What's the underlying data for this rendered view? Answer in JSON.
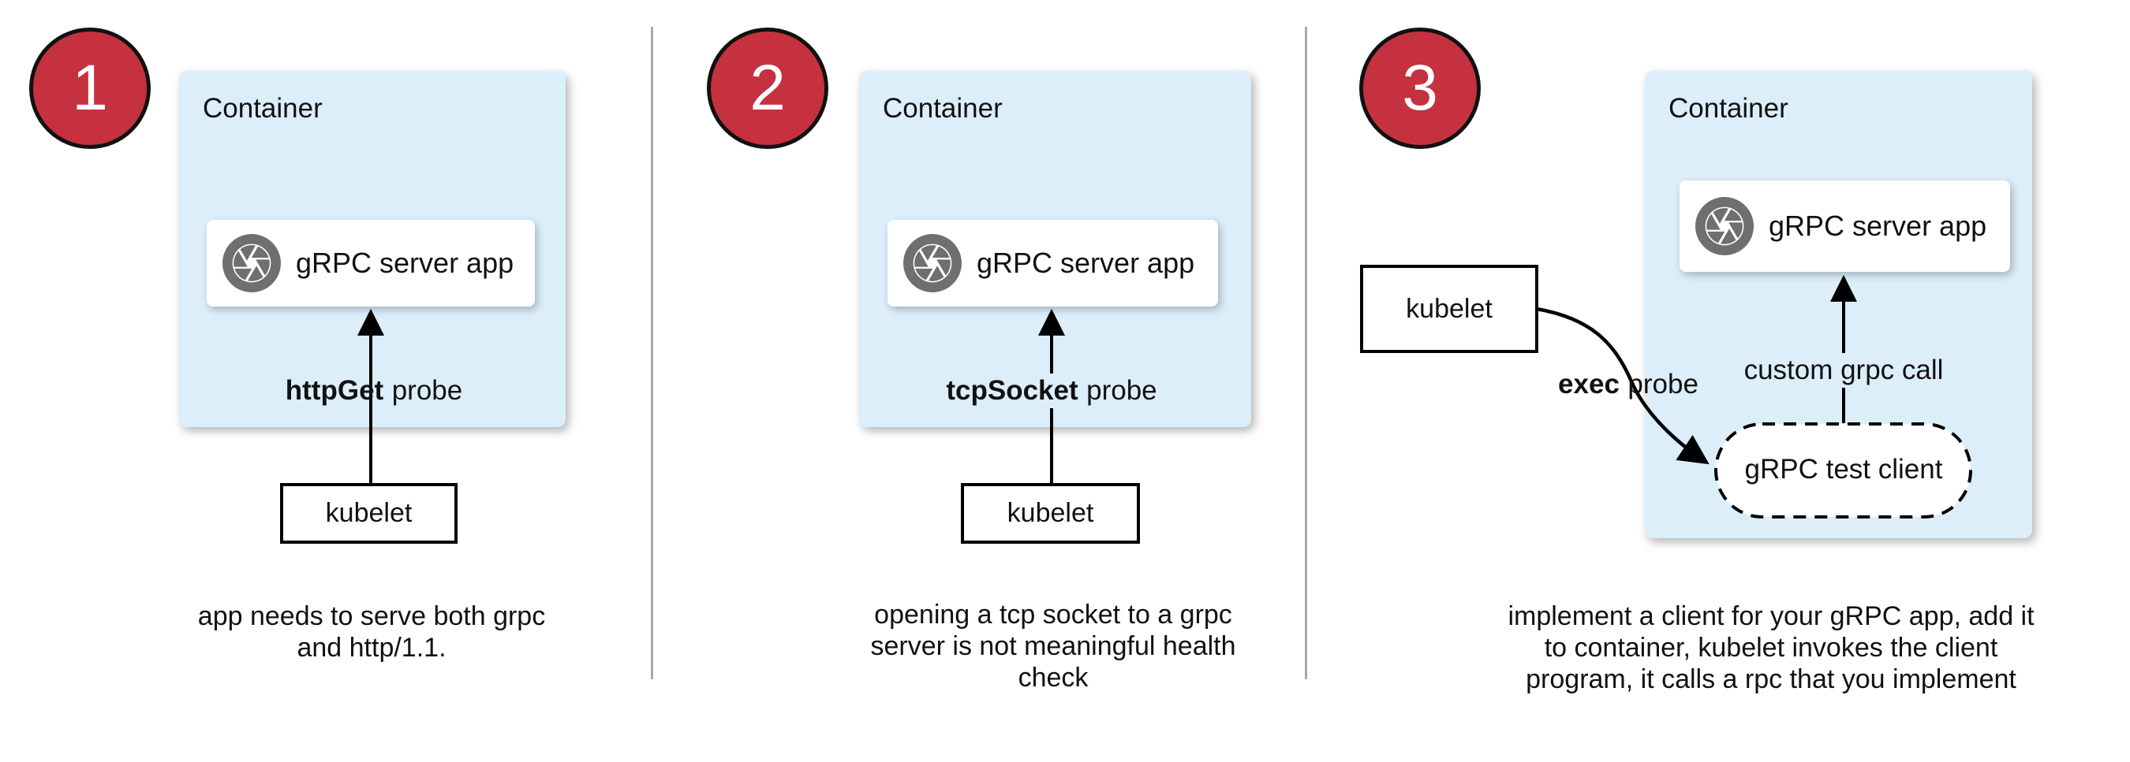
{
  "colors": {
    "container_fill": "#dceefa",
    "badge_fill": "#c5313e",
    "badge_border": "#111111",
    "icon_gray": "#6f6f6f",
    "divider": "#a9a9a9",
    "text": "#111111"
  },
  "panels": [
    {
      "badge": "1",
      "container_label": "Container",
      "app_icon": "aperture-icon",
      "app_label": "gRPC server app",
      "probe_bold": "httpGet",
      "probe_rest": "probe",
      "kubelet_label": "kubelet",
      "caption_lines": [
        "app needs to serve both grpc",
        "and http/1.1."
      ]
    },
    {
      "badge": "2",
      "container_label": "Container",
      "app_icon": "aperture-icon",
      "app_label": "gRPC server app",
      "probe_bold": "tcpSocket",
      "probe_rest": "probe",
      "kubelet_label": "kubelet",
      "caption_lines": [
        "opening a tcp socket to a grpc",
        "server is not meaningful health",
        "check"
      ]
    },
    {
      "badge": "3",
      "container_label": "Container",
      "app_icon": "aperture-icon",
      "app_label": "gRPC server app",
      "probe_bold": "exec",
      "probe_rest": "probe",
      "kubelet_label": "kubelet",
      "custom_call_label": "custom grpc call",
      "test_client_label": "gRPC test client",
      "caption_lines": [
        "implement a client for your gRPC app, add it",
        "to container, kubelet invokes the client",
        "program, it calls a rpc that you implement"
      ]
    }
  ]
}
